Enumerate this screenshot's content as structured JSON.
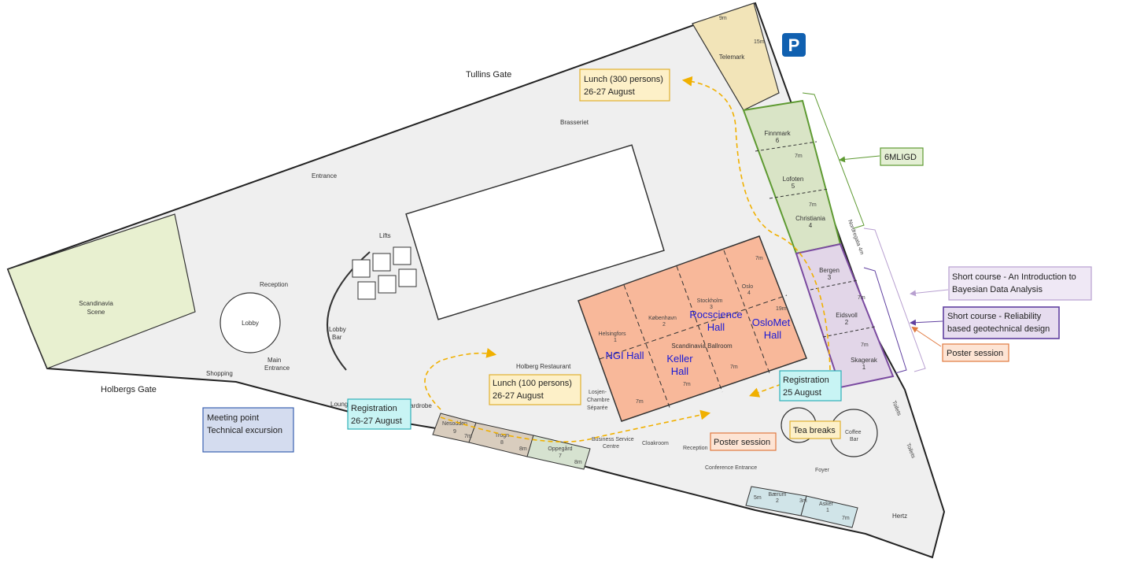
{
  "streets": {
    "tullins": "Tullins Gate",
    "holbergs": "Holbergs Gate",
    "norregata": "Nordregata 4m"
  },
  "parking": "P",
  "areas": {
    "brasseriet": "Brasseriet",
    "entrance": "Entrance",
    "lifts": "Lifts",
    "reception": "Reception",
    "lobby": "Lobby",
    "lobby_bar_1": "Lobby",
    "lobby_bar_2": "Bar",
    "main_entrance_1": "Main",
    "main_entrance_2": "Entrance",
    "shopping": "Shopping",
    "lounge": "Lounge",
    "wardrobe": "Wardrobe",
    "holberg_restaurant": "Holberg Restaurant",
    "losjen_1": "Losjen-",
    "losjen_2": "Chambre",
    "losjen_3": "Séparée",
    "business_1": "Business Service",
    "business_2": "Centre",
    "cloakroom": "Cloakroom",
    "reception_2": "Reception",
    "conference_entrance": "Conference Entrance",
    "foyer": "Foyer",
    "coffee_bar_1": "Coffee",
    "coffee_bar_2": "Bar",
    "toilets_1": "Toilets",
    "toilets_2": "Toilets",
    "hertz": "Hertz",
    "scandinavia_scene_1": "Scandinavia",
    "scandinavia_scene_2": "Scene",
    "scandinavia_ballroom": "Scandinavia Ballroom"
  },
  "rooms": {
    "telemark": "Telemark",
    "telemark_w": "9m",
    "telemark_h": "15m",
    "finnmark": "Finnmark",
    "finnmark_n": "6",
    "lofoten": "Lofoten",
    "lofoten_n": "5",
    "christiania": "Christiania",
    "christiania_n": "4",
    "bergen": "Bergen",
    "bergen_n": "3",
    "eidsvoll": "Eidsvoll",
    "eidsvoll_n": "2",
    "skagerak": "Skagerak",
    "skagerak_n": "1",
    "helsingfors": "Helsingfors",
    "helsingfors_n": "1",
    "kobenhavn": "København",
    "kobenhavn_n": "2",
    "stockholm": "Stockholm",
    "stockholm_n": "3",
    "oslo": "Oslo",
    "oslo_n": "4",
    "nesodden": "Nesodden",
    "nesodden_n": "9",
    "trogn": "Trogn",
    "trogn_n": "8",
    "oppegard": "Oppegård",
    "oppegard_n": "7",
    "baerum": "Bærum",
    "baerum_n": "2",
    "asker": "Asker",
    "asker_n": "1",
    "dim_7m": "7m",
    "dim_8m": "8m",
    "dim_5m": "5m",
    "dim_3m": "3m",
    "dim_19m": "19m"
  },
  "halls": {
    "ngi": "NGI Hall",
    "keller_1": "Keller",
    "keller_2": "Hall",
    "rocscience_1": "Rocscience",
    "rocscience_2": "Hall",
    "oslomet_1": "OsloMet",
    "oslomet_2": "Hall"
  },
  "callouts": {
    "lunch300_1": "Lunch (300 persons)",
    "lunch300_2": "26-27 August",
    "lunch100_1": "Lunch (100 persons)",
    "lunch100_2": "26-27 August",
    "reg2627_1": "Registration",
    "reg2627_2": "26-27 August",
    "reg25_1": "Registration",
    "reg25_2": "25 August",
    "meeting_1": "Meeting point",
    "meeting_2": "Technical excursion",
    "poster_main": "Poster session",
    "poster_side": "Poster session",
    "tea": "Tea breaks",
    "mligd": "6MLIGD",
    "sc_bayes_1": "Short course - An Introduction to",
    "sc_bayes_2": "Bayesian Data Analysis",
    "sc_rel_1": "Short course - Reliability",
    "sc_rel_2": "based geotechnical design"
  },
  "colors": {
    "telemark": "#f2e4b8",
    "green_rooms": "#d9e4c6",
    "green_border": "#5e9a32",
    "purple_rooms": "#e2d6e8",
    "purple_border": "#7a4aa0",
    "ballroom": "#f8b89a",
    "scene": "#e8f0d0",
    "small_brown": "#d9cdbe",
    "small_green": "#d6e2d0",
    "small_blue": "#d0e4e8",
    "lunch_box": "#fdf0c8",
    "lunch_border": "#e0b030",
    "reg_box": "#c8f4f4",
    "reg_border": "#30b0b8",
    "meet_box": "#d4dcef",
    "meet_border": "#3a60b0",
    "poster_box": "#fde4d4",
    "poster_border": "#e07a40",
    "mligd_box": "#e4efd4",
    "bayes_box": "#efe8f5",
    "bayes_border": "#b8a0d0",
    "rel_box": "#e6dcef",
    "rel_border": "#6040a0",
    "hall_text": "#1a1ad6",
    "parking": "#1060b0",
    "path": "#f0b000"
  }
}
